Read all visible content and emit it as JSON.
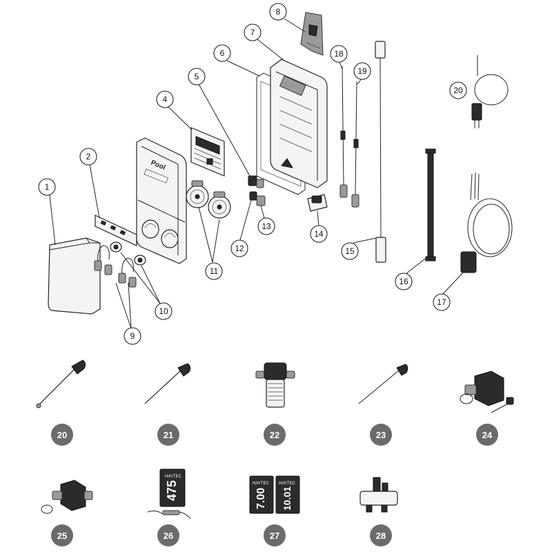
{
  "diagram": {
    "brand_label": "Pool",
    "callouts": [
      {
        "id": "c1",
        "label": "1"
      },
      {
        "id": "c2",
        "label": "2"
      },
      {
        "id": "c4",
        "label": "4"
      },
      {
        "id": "c5",
        "label": "5"
      },
      {
        "id": "c6",
        "label": "6"
      },
      {
        "id": "c7",
        "label": "7"
      },
      {
        "id": "c8",
        "label": "8"
      },
      {
        "id": "c9",
        "label": "9"
      },
      {
        "id": "c10",
        "label": "10"
      },
      {
        "id": "c11",
        "label": "11"
      },
      {
        "id": "c12",
        "label": "12"
      },
      {
        "id": "c13",
        "label": "13"
      },
      {
        "id": "c14",
        "label": "14"
      },
      {
        "id": "c15",
        "label": "15"
      },
      {
        "id": "c16",
        "label": "16"
      },
      {
        "id": "c17",
        "label": "17"
      },
      {
        "id": "c18",
        "label": "18"
      },
      {
        "id": "c19",
        "label": "19"
      },
      {
        "id": "c20",
        "label": "20"
      }
    ],
    "accessory_badges": [
      {
        "id": "b20",
        "label": "20"
      },
      {
        "id": "b21",
        "label": "21"
      },
      {
        "id": "b22",
        "label": "22"
      },
      {
        "id": "b23",
        "label": "23"
      },
      {
        "id": "b24",
        "label": "24"
      },
      {
        "id": "b25",
        "label": "25"
      },
      {
        "id": "b26",
        "label": "26"
      },
      {
        "id": "b27",
        "label": "27"
      },
      {
        "id": "b28",
        "label": "28"
      }
    ],
    "sachet_26": {
      "brand": "HAYTEC",
      "code": "475"
    },
    "sachets_27": [
      {
        "brand": "HAYTEC",
        "code": "7.00"
      },
      {
        "brand": "HAYTEC",
        "code": "10.01"
      }
    ]
  },
  "colors": {
    "badge_fill": "#6b6b6b",
    "line": "#222222"
  }
}
